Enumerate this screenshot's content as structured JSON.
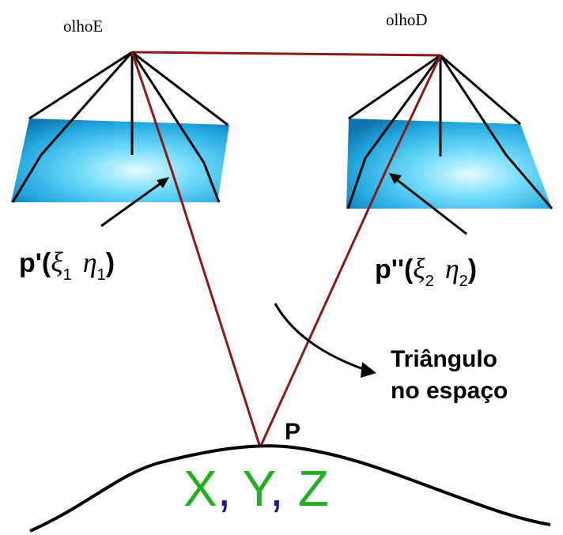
{
  "labels": {
    "left_eye": "olhoE",
    "right_eye": "olhoD",
    "left_image_point": {
      "prefix": "p'(",
      "xi": "ξ",
      "xi_sub": "1",
      "eta": "η",
      "eta_sub": "1",
      "suffix": ")"
    },
    "right_image_point": {
      "prefix": "p''(",
      "xi": "ξ",
      "xi_sub": "2",
      "eta": "η",
      "eta_sub": "2",
      "suffix": ")"
    },
    "triangle_line1": "Triângulo",
    "triangle_line2": "no espaço",
    "ground_point": "P",
    "coords": {
      "x": "X",
      "sep1": ",",
      "y": "Y",
      "sep2": ",",
      "z": "Z"
    }
  },
  "colors": {
    "ray": "#8b1a1a",
    "frustum": "#000000",
    "plane_light": "#dff8ff",
    "plane_mid": "#37c3f0",
    "plane_dark": "#0a6fa8",
    "coord_green": "#22b022",
    "coord_comma": "#1a1a8c"
  }
}
